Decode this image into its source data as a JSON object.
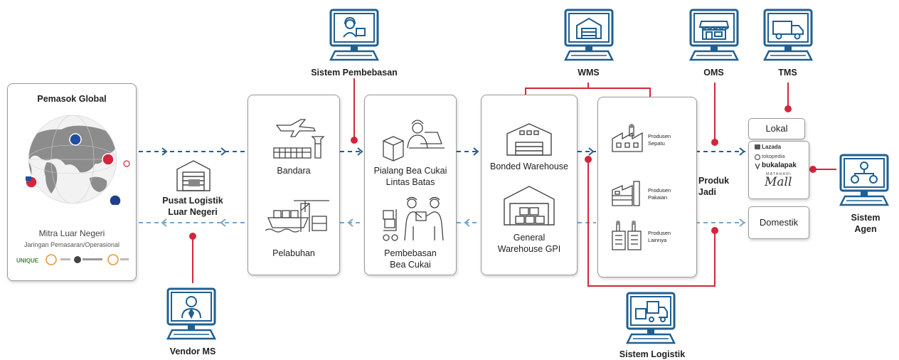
{
  "systems": {
    "pembebasan": "Sistem Pembebasan",
    "wms": "WMS",
    "oms": "OMS",
    "tms": "TMS",
    "vendor": "Vendor MS",
    "logistik": "Sistem Logistik",
    "agen_line1": "Sistem",
    "agen_line2": "Agen"
  },
  "supplier": {
    "title": "Pemasok Global",
    "subtitle": "Mitra Luar Negeri",
    "caption": "Jaringan Pemasaran/Operasional",
    "logo_text": "UNIQUE"
  },
  "pusat": {
    "line1": "Pusat Logistik",
    "line2": "Luar Negeri"
  },
  "nodes": {
    "bandara": "Bandara",
    "pelabuhan": "Pelabuhan",
    "pialang_line1": "Pialang Bea Cukai",
    "pialang_line2": "Lintas Batas",
    "pembebasan_line1": "Pembebasan",
    "pembebasan_line2": "Bea Cukai",
    "bonded": "Bonded Warehouse",
    "general_line1": "General",
    "general_line2": "Warehouse GPI"
  },
  "producers": [
    {
      "line1": "Produsen",
      "line2": "Sepatu"
    },
    {
      "line1": "Produsen",
      "line2": "Pakaian"
    },
    {
      "line1": "Produsen",
      "line2": "Lainnya"
    }
  ],
  "produk": {
    "line1": "Produk",
    "line2": "Jadi"
  },
  "outputs": {
    "lokal": "Lokal",
    "domestik": "Domestik"
  },
  "marketplaces": {
    "lazada": "Lazada",
    "tokopedia": "tokopedia",
    "bukalapak": "bukalapak",
    "matahari_top": "MATAHARI",
    "matahari_mall": "Mall"
  },
  "colors": {
    "blue": "#1f5f92",
    "red": "#d4253c",
    "dash_light": "#7aa6c8",
    "dash_dark": "#255f8e"
  }
}
